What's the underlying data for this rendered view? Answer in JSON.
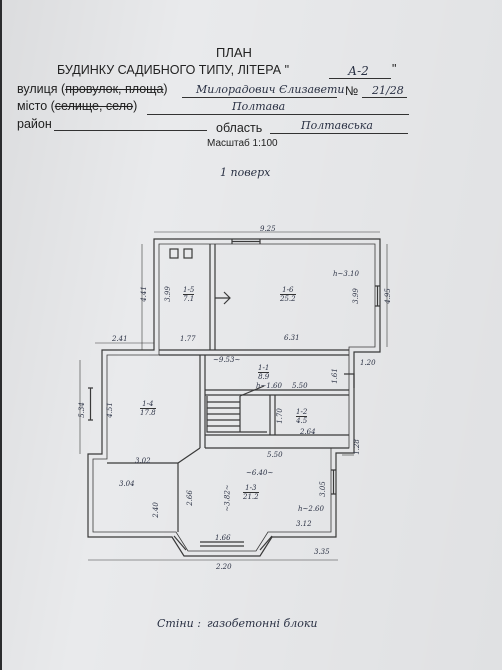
{
  "header": {
    "title": "ПЛАН",
    "subtitle": "БУДИНКУ САДИБНОГО ТИПУ, ЛІТЕРА \"",
    "subtitle_close": "\"",
    "litera": "А-2",
    "street_label_a": "вулиця (",
    "street_label_strike": "провулок, площа",
    "street_label_b": ")",
    "street_value": "Милорадович Єлизавети",
    "number_label": "№",
    "number_value": "21/28",
    "city_label_a": "місто (",
    "city_label_strike": "селище, село",
    "city_label_b": ")",
    "city_value": "Полтава",
    "district_label": "район",
    "region_label": "область",
    "region_value": "Полтавська",
    "scale": "Масштаб 1:100"
  },
  "plan": {
    "floor": "1 поверх",
    "dims": {
      "top_width": "9.25",
      "left_upper": "4.41",
      "room15_height": "3.99",
      "room16_height": "3.99",
      "right_upper": "4.95",
      "h_310": "h~3.10",
      "d631": "6.31",
      "d241": "2.41",
      "d177": "1.77",
      "d953": "~9.53~",
      "d120": "1.20",
      "d161": "1.61",
      "d534": "5.34",
      "d451": "4.51",
      "h_160": "h~1.60",
      "d550a": "5.50",
      "d170": "1.70",
      "d264": "2.64",
      "d550b": "5.50",
      "d128": "1.28",
      "d302": "3.02",
      "d304": "3.04",
      "d640": "~6.40~",
      "d266": "2.66",
      "d382": "~3.82~",
      "d305": "3.05",
      "h_260": "h~2.60",
      "d240": "2.40",
      "d312": "3.12",
      "d166": "1.66",
      "d335": "3.35",
      "d220": "2.20"
    },
    "rooms": [
      {
        "id": "1-5",
        "area": "7.1"
      },
      {
        "id": "1-6",
        "area": "25.2"
      },
      {
        "id": "1-1",
        "area": "8.9"
      },
      {
        "id": "1-4",
        "area": "17.8"
      },
      {
        "id": "1-2",
        "area": "4.5"
      },
      {
        "id": "1-3",
        "area": "21.2"
      }
    ]
  },
  "footer": {
    "walls_label": "Стіни :",
    "walls_value": "газобетонні блоки"
  }
}
